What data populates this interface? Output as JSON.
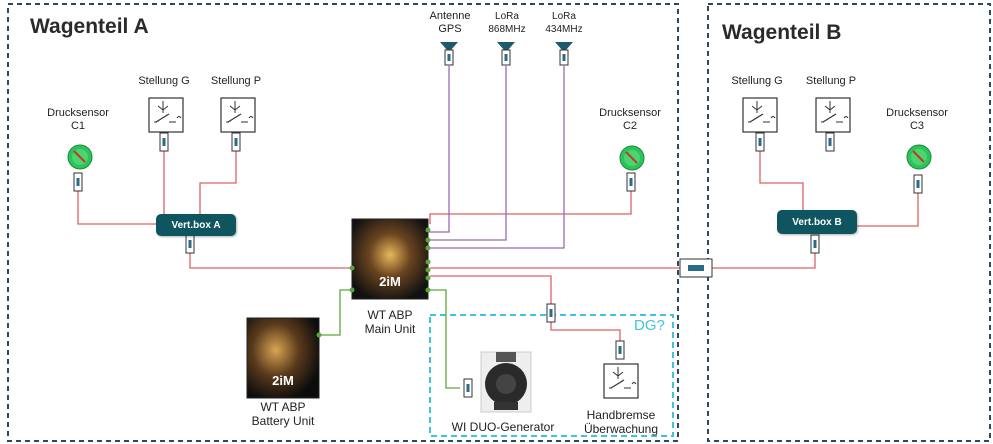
{
  "sections": {
    "a_title": "Wagenteil A",
    "b_title": "Wagenteil B"
  },
  "antennas": [
    {
      "line1": "Antenne",
      "line2": "GPS"
    },
    {
      "line1": "LoRa",
      "line2": "868MHz"
    },
    {
      "line1": "LoRa",
      "line2": "434MHz"
    }
  ],
  "sensors": {
    "a_pressure_1": {
      "line1": "Drucksensor",
      "line2": "C1"
    },
    "a_pressure_2": {
      "line1": "Drucksensor",
      "line2": "C2"
    },
    "b_pressure_3": {
      "line1": "Drucksensor",
      "line2": "C3"
    },
    "a_switch_g": "Stellung G",
    "a_switch_p": "Stellung P",
    "b_switch_g": "Stellung G",
    "b_switch_p": "Stellung P"
  },
  "boxes": {
    "a": "Vert.box A",
    "b": "Vert.box B"
  },
  "units": {
    "main": {
      "line1": "WT ABP",
      "line2": "Main Unit",
      "logo": "2iM"
    },
    "battery": {
      "line1": "WT ABP",
      "line2": "Battery Unit",
      "logo": "2iM"
    }
  },
  "dg_group": {
    "label": "DG?",
    "generator": "WI DUO-Generator",
    "handbrake_line1": "Handbremse",
    "handbrake_line2": "Überwachung"
  },
  "colors": {
    "section_border": "#2b4a5e",
    "dg_border": "#3fc4e0",
    "wire_red": "#e06060",
    "wire_purple": "#9a6ab0",
    "wire_green": "#5aa83a",
    "box_fill": "#0e5560"
  }
}
